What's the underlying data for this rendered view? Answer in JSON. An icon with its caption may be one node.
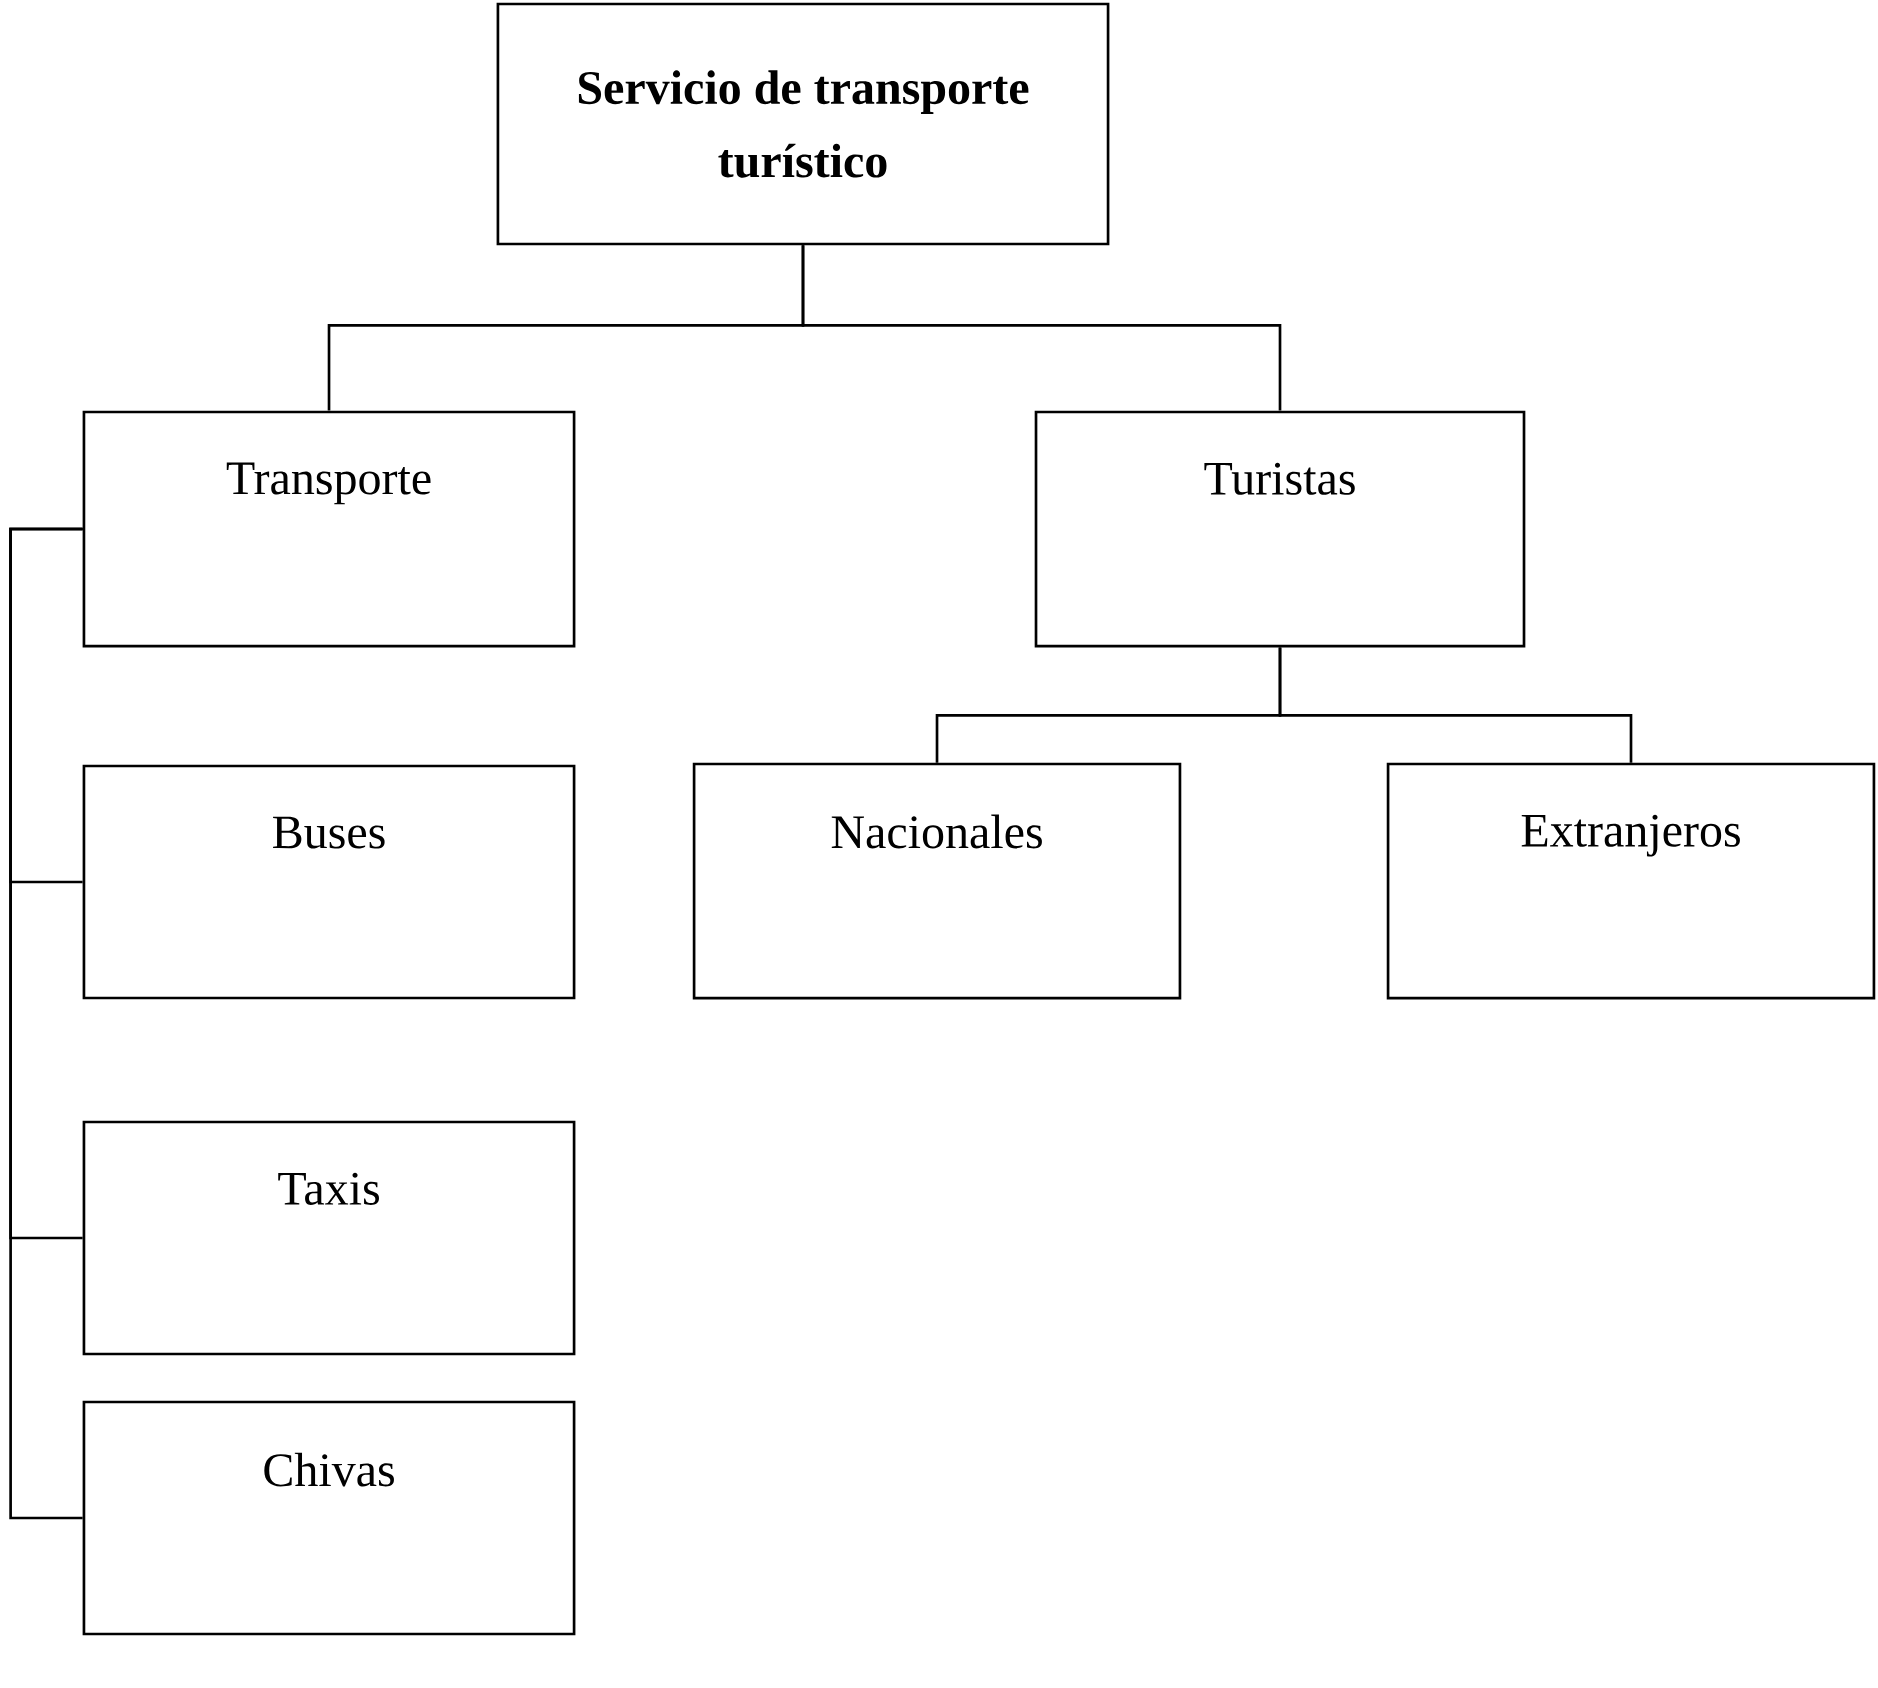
{
  "diagram": {
    "nodes": [
      {
        "text": [
          "Servicio de transporte turístico"
        ]
      },
      {
        "text": [
          "Transporte"
        ]
      },
      {
        "text": [
          "Turistas"
        ]
      },
      {
        "text": [
          "Buses"
        ]
      },
      {
        "text": [
          "Taxis"
        ]
      },
      {
        "text": [
          "Chivas"
        ]
      },
      {
        "text": [
          "Nacionales"
        ]
      },
      {
        "text": [
          "Extranjeros"
        ]
      }
    ],
    "edges": [
      {
        "from": 0,
        "to": 1,
        "arrow": "none"
      },
      {
        "from": 0,
        "to": 2,
        "arrow": "none"
      },
      {
        "from": 1,
        "to": 3,
        "arrow": "none"
      },
      {
        "from": 1,
        "to": 4,
        "arrow": "none"
      },
      {
        "from": 1,
        "to": 5,
        "arrow": "none"
      },
      {
        "from": 2,
        "to": 6,
        "arrow": "none"
      },
      {
        "from": 2,
        "to": 7,
        "arrow": "none"
      }
    ]
  }
}
